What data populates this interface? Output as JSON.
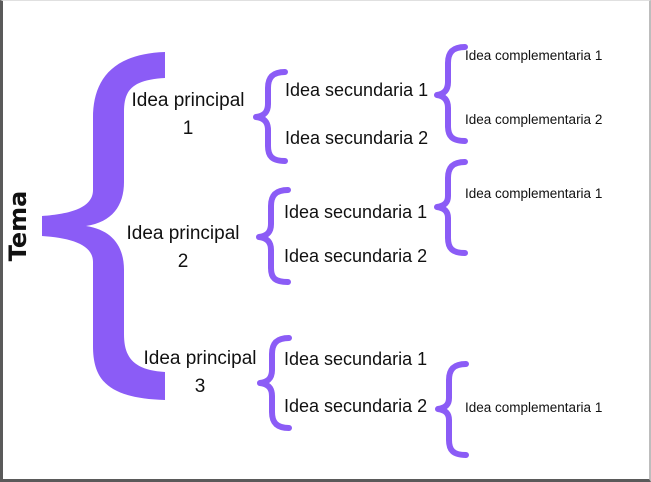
{
  "accent_color": "#8b5cf6",
  "topic": "Tema",
  "main_ideas": [
    {
      "label": "Idea principal 1",
      "line1": "Idea principal",
      "line2": "1",
      "secondary": [
        {
          "label": "Idea secundaria 1"
        },
        {
          "label": "Idea secundaria 2"
        }
      ],
      "complementary": [
        {
          "label": "Idea complementaria 1"
        },
        {
          "label": "Idea complementaria 2"
        }
      ]
    },
    {
      "label": "Idea principal 2",
      "line1": "Idea principal",
      "line2": "2",
      "secondary": [
        {
          "label": "Idea secundaria 1"
        },
        {
          "label": "Idea secundaria 2"
        }
      ],
      "complementary": [
        {
          "label": "Idea complementaria 1"
        }
      ]
    },
    {
      "label": "Idea principal 3",
      "line1": "Idea principal",
      "line2": "3",
      "secondary": [
        {
          "label": "Idea secundaria 1"
        },
        {
          "label": "Idea secundaria 2"
        }
      ],
      "complementary": [
        {
          "label": "Idea complementaria 1"
        }
      ]
    }
  ]
}
